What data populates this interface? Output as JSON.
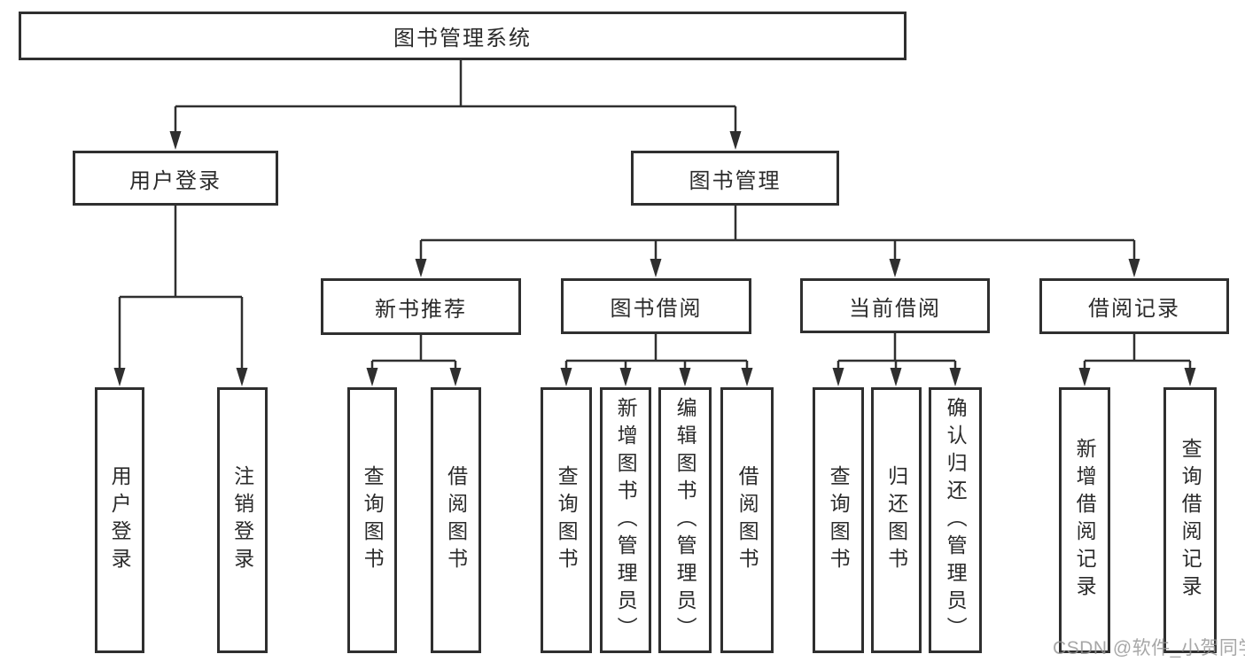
{
  "colors": {
    "line": "#2f2f2f",
    "box_border": "#2f2f2f",
    "text": "#2b2b2b",
    "background": "#ffffff",
    "watermark": "#949494"
  },
  "tree": {
    "root": "图书管理系统",
    "branches": [
      {
        "label": "用户登录",
        "leaves": [
          "用户登录",
          "注销登录"
        ]
      },
      {
        "label": "图书管理",
        "sections": [
          {
            "label": "新书推荐",
            "leaves": [
              "查询图书",
              "借阅图书"
            ]
          },
          {
            "label": "图书借阅",
            "leaves": [
              "查询图书",
              "新增图书（管理员）",
              "编辑图书（管理员）",
              "借阅图书"
            ]
          },
          {
            "label": "当前借阅",
            "leaves": [
              "查询图书",
              "归还图书",
              "确认归还（管理员）"
            ]
          },
          {
            "label": "借阅记录",
            "leaves": [
              "新增借阅记录",
              "查询借阅记录"
            ]
          }
        ]
      }
    ]
  },
  "watermark": {
    "text": "CSDN @软件_小贺同学"
  }
}
